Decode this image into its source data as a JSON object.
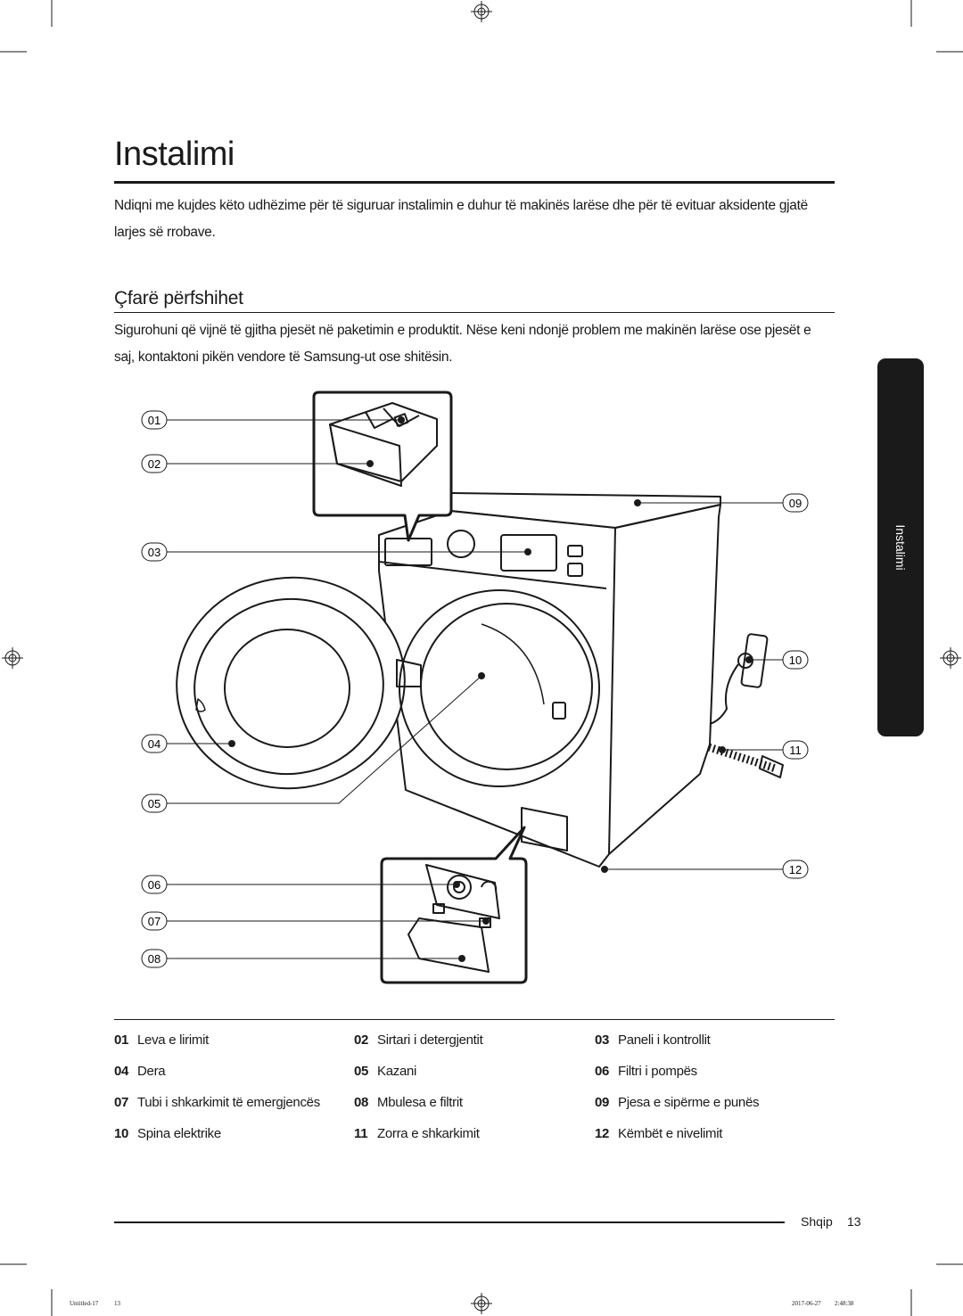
{
  "page": {
    "title": "Instalimi",
    "intro": "Ndiqni me kujdes këto udhëzime për të siguruar instalimin e duhur të makinës larëse dhe për të evituar aksidente gjatë larjes së rrobave.",
    "section_title": "Çfarë përfshihet",
    "section_text": "Sigurohuni që vijnë të gjitha pjesët në paketimin e produktit. Nëse keni ndonjë problem me makinën larëse ose pjesët e saj, kontaktoni pikën vendore të Samsung-ut ose shitësin."
  },
  "side_tab": {
    "label": "Instalimi"
  },
  "diagram": {
    "callouts": [
      "01",
      "02",
      "03",
      "04",
      "05",
      "06",
      "07",
      "08",
      "09",
      "10",
      "11",
      "12"
    ]
  },
  "legend": [
    {
      "num": "01",
      "label": "Leva e lirimit"
    },
    {
      "num": "02",
      "label": "Sirtari i detergjentit"
    },
    {
      "num": "03",
      "label": "Paneli i kontrollit"
    },
    {
      "num": "04",
      "label": "Dera"
    },
    {
      "num": "05",
      "label": "Kazani"
    },
    {
      "num": "06",
      "label": "Filtri i pompës"
    },
    {
      "num": "07",
      "label": "Tubi i shkarkimit të emergjencës"
    },
    {
      "num": "08",
      "label": "Mbulesa e filtrit"
    },
    {
      "num": "09",
      "label": "Pjesa e sipërme e punës"
    },
    {
      "num": "10",
      "label": "Spina elektrike"
    },
    {
      "num": "11",
      "label": "Zorra e shkarkimit"
    },
    {
      "num": "12",
      "label": "Këmbët e nivelimit"
    }
  ],
  "footer": {
    "language": "Shqip",
    "page_number": "13"
  },
  "print_meta": {
    "file": "Untitled-17",
    "page": "13",
    "date": "2017-06-27",
    "time": "2:48:38"
  }
}
